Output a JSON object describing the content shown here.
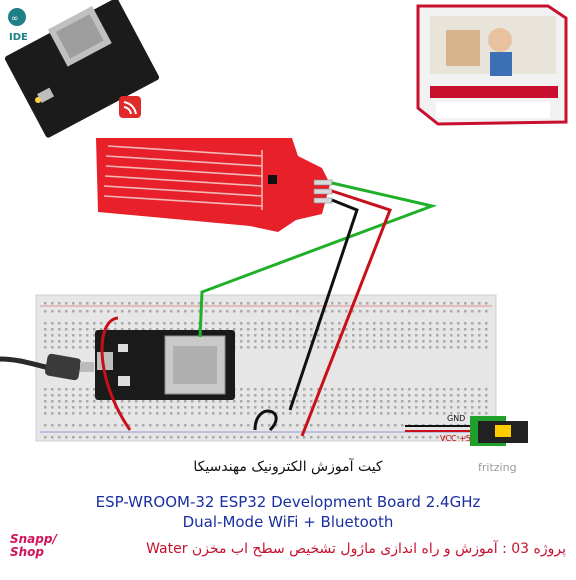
{
  "title_fa": "کیت آموزش الکترونیک مهندسیکا",
  "subtitle_line1": "ESP-WROOM-32 ESP32  Development Board 2.4GHz",
  "subtitle_line2": "Dual-Mode WiFi + Bluetooth",
  "footer_fa": "پروژه 03 : آموزش و راه اندازی ماژول تشخیص سطح اب مخزن Water",
  "logo": {
    "line1": "Snapp/",
    "line2": "Shop"
  },
  "arduino": {
    "label": "IDE"
  },
  "fritzing": "fritzing",
  "labels": {
    "gnd": "GND",
    "vcc": "VCC +5"
  },
  "colors": {
    "title_blue": "#1a2fa0",
    "footer_red": "#c4122e",
    "sensor_red": "#e8202a",
    "wire_green": "#1fb02a",
    "wire_red": "#c8101a",
    "wire_black": "#111111"
  }
}
